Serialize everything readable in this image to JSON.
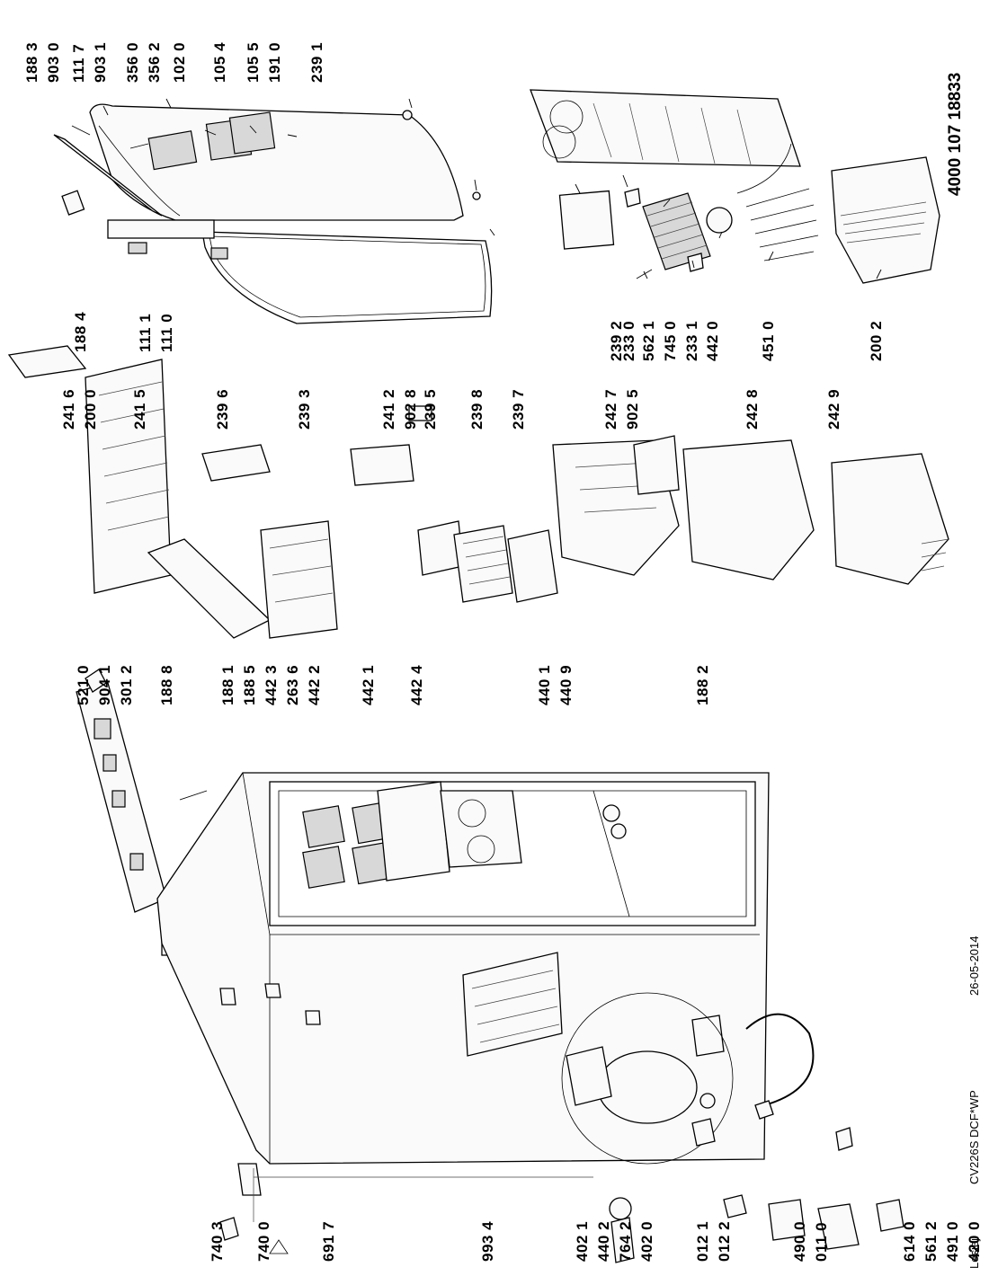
{
  "header": {
    "author": "Lesiej",
    "model": "CV226S DCF*WP",
    "date": "26-05-2014",
    "document_number": "4000 107 18833"
  },
  "labels": {
    "l1883": "188 3",
    "l9030": "903 0",
    "l1117": "111 7",
    "l9031": "903 1",
    "l3560": "356 0",
    "l3562": "356 2",
    "l1020": "102 0",
    "l1054": "105 4",
    "l1055": "105 5",
    "l1910": "191 0",
    "l2391": "239 1",
    "l1884": "188 4",
    "l1111": "111 1",
    "l1110": "111 0",
    "l2392": "239 2",
    "l2330": "233 0",
    "l5621": "562 1",
    "l7450": "745 0",
    "l2331": "233 1",
    "l4420": "442 0",
    "l4510": "451 0",
    "l2002": "200 2",
    "l2416": "241 6",
    "l2000": "200 0",
    "l2415": "241 5",
    "l2396": "239 6",
    "l2393": "239 3",
    "l2412": "241 2",
    "l9028": "902 8",
    "l2395": "239 5",
    "l2398": "239 8",
    "l2397": "239 7",
    "l2427": "242 7",
    "l9025": "902 5",
    "l2428": "242 8",
    "l2429": "242 9",
    "l5210": "521 0",
    "l9041": "904 1",
    "l3012": "301 2",
    "l1888": "188 8",
    "l1881": "188 1",
    "l1885": "188 5",
    "l4423": "442 3",
    "l2636": "263 6",
    "l4422": "442 2",
    "l4421": "442 1",
    "l4424": "442 4",
    "l4401": "440 1",
    "l4409": "440 9",
    "l1882": "188 2",
    "l7403": "740 3",
    "l7400": "740 0",
    "l6917": "691 7",
    "l9934": "993 4",
    "l4021": "402 1",
    "l4402": "440 2",
    "l7642": "764 2",
    "l4020": "402 0",
    "l0121": "012 1",
    "l0122": "012 2",
    "l4900": "490 0",
    "l0110": "011 0",
    "l6140": "614 0",
    "l5612": "561 2",
    "l4910": "491 0",
    "l4200": "420 0"
  }
}
